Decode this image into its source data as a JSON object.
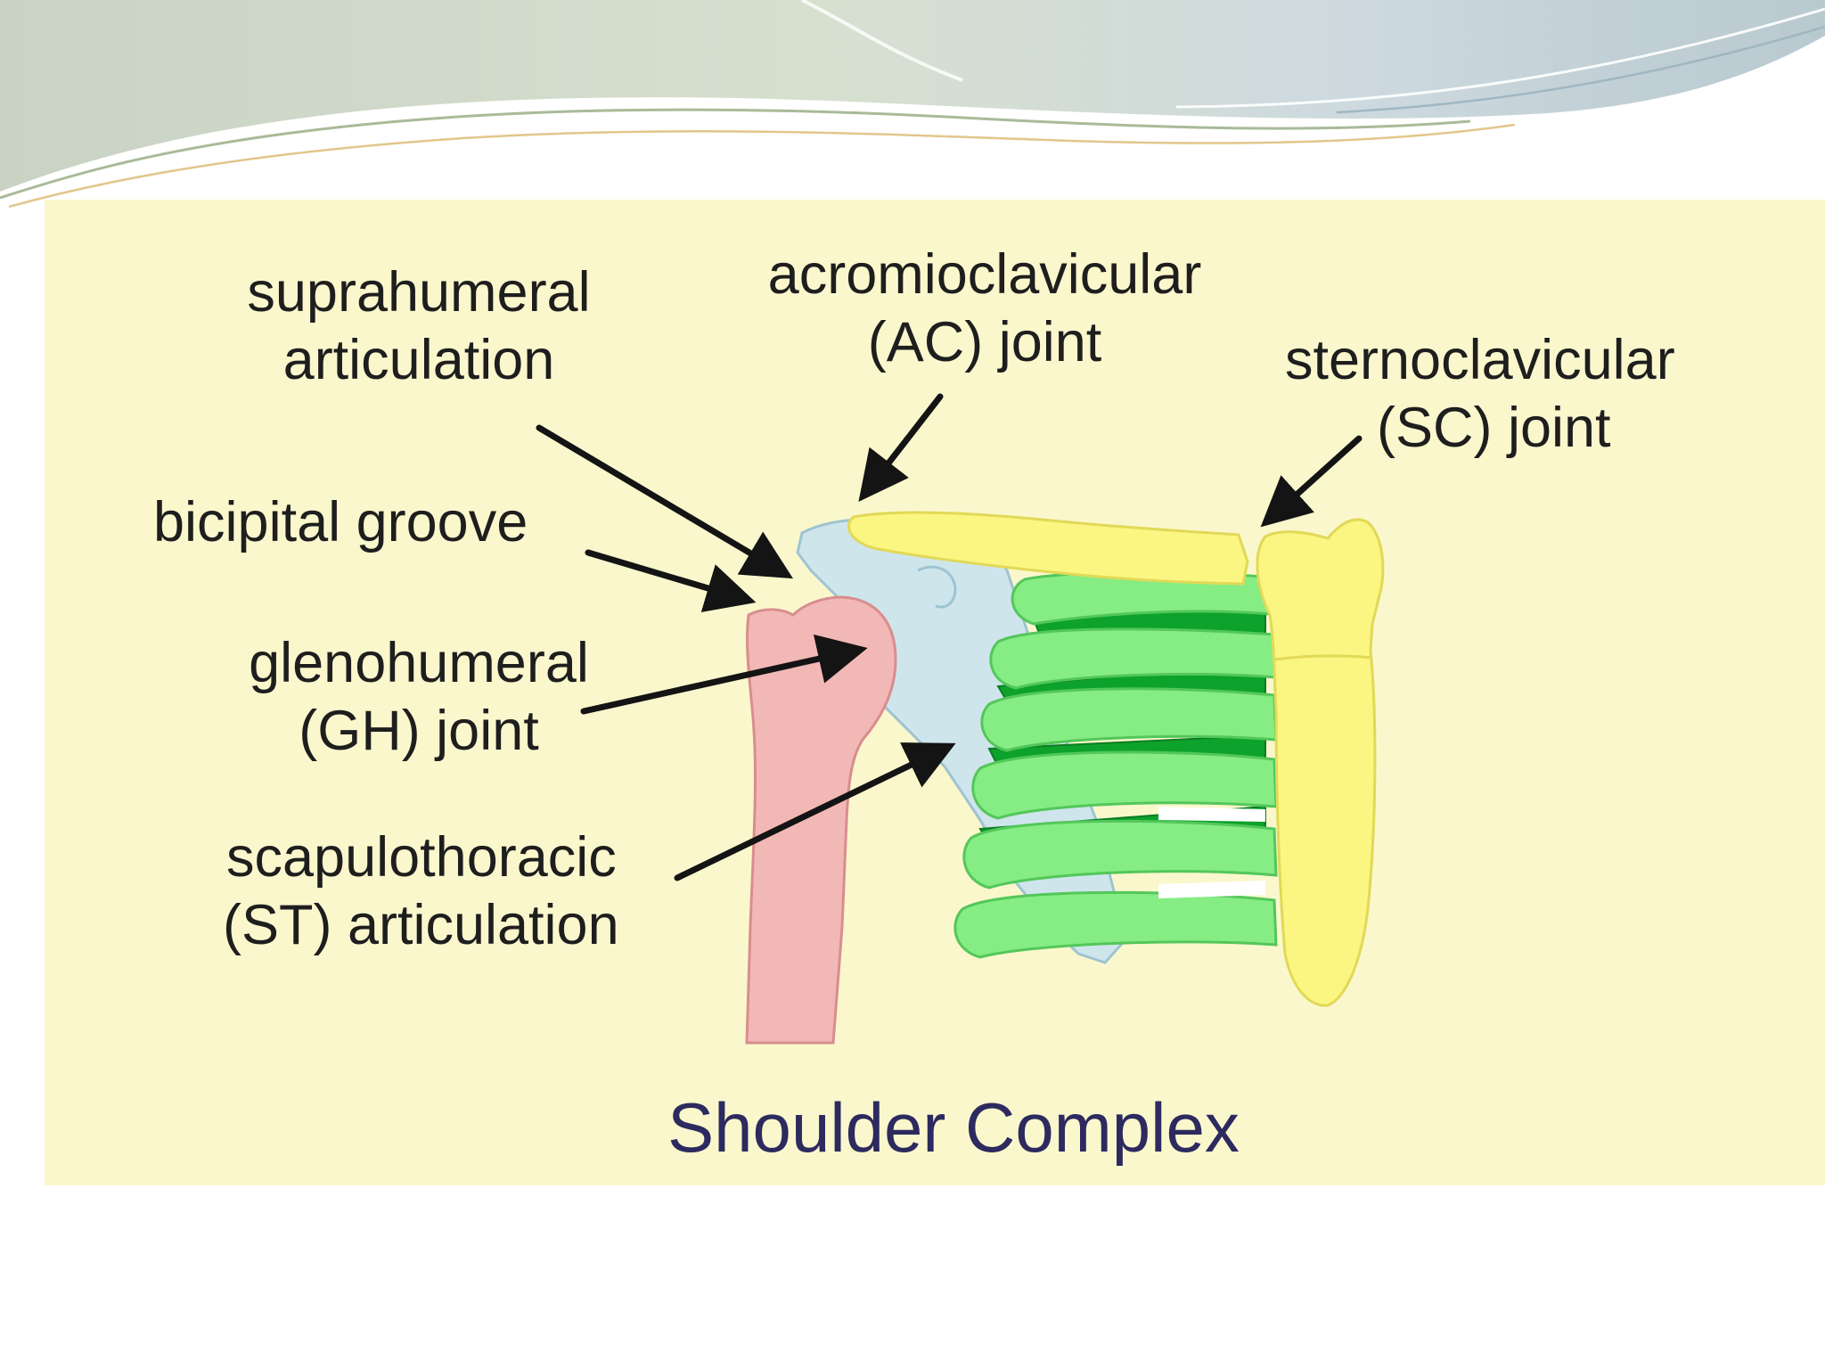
{
  "diagram": {
    "labels": {
      "suprahumeral": {
        "line1": "suprahumeral",
        "line2": "articulation"
      },
      "acromioclavicular": {
        "line1": "acromioclavicular",
        "line2": "(AC) joint"
      },
      "sternoclavicular": {
        "line1": "sternoclavicular",
        "line2": "(SC) joint"
      },
      "bicipital": {
        "line1": "bicipital groove"
      },
      "glenohumeral": {
        "line1": "glenohumeral",
        "line2": "(GH) joint"
      },
      "scapulothoracic": {
        "line1": "scapulothoracic",
        "line2": "(ST) articulation"
      }
    },
    "caption": "Shoulder Complex",
    "colors": {
      "panel_background": "#fbf7cd",
      "humerus": "#f2b8b6",
      "scapula": "#cfe5ec",
      "ribs": "#86ec84",
      "ribs_inner": "#0da22b",
      "clavicle_sternum": "#fbf582",
      "caption_text": "#2c2a5e",
      "label_text": "#1e1e1e"
    }
  }
}
